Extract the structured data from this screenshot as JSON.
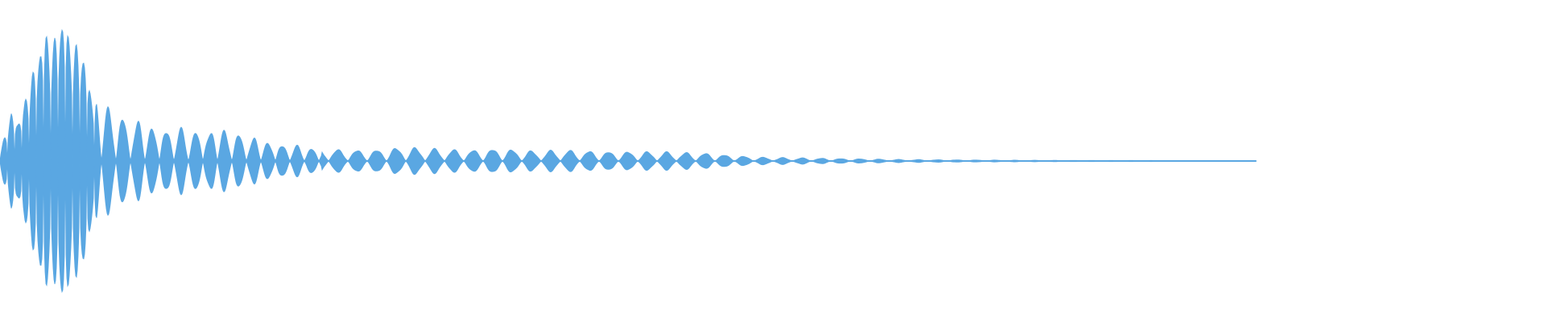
{
  "waveform": {
    "color": "#5aa7e2",
    "background": "#ffffff",
    "description_type": "audio-waveform-decay",
    "centerline": 0.5,
    "peak_amplitude": 1.0,
    "decay": {
      "initial_attack_fraction": 0.03,
      "visible_end_fraction": 0.645
    }
  }
}
